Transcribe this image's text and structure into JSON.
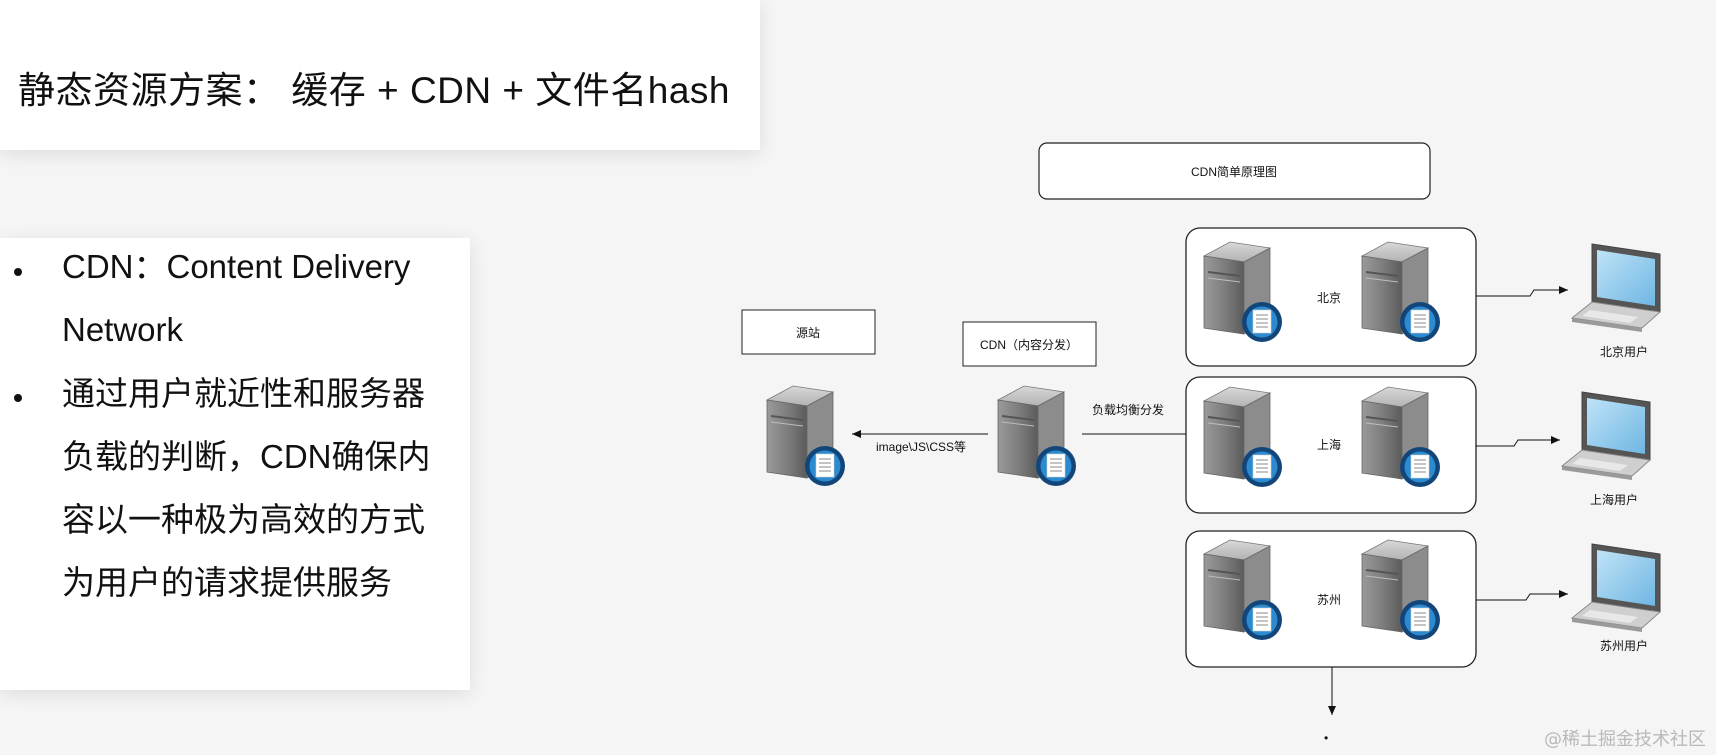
{
  "slide": {
    "title": "静态资源方案： 缓存 + CDN + 文件名hash",
    "bullets": [
      "CDN：Content Delivery Network",
      "通过用户就近性和服务器负载的判断，CDN确保内容以一种极为高效的方式为用户的请求提供服务"
    ]
  },
  "diagram": {
    "title": "CDN简单原理图",
    "origin_label": "源站",
    "cdn_label": "CDN（内容分发）",
    "origin_arrow_label": "image\\JS\\CSS等",
    "balance_label": "负载均衡分发",
    "nodes": [
      {
        "city": "北京",
        "user": "北京用户"
      },
      {
        "city": "上海",
        "user": "上海用户"
      },
      {
        "city": "苏州",
        "user": "苏州用户"
      }
    ],
    "more": "•"
  },
  "watermark": "@稀土掘金技术社区"
}
